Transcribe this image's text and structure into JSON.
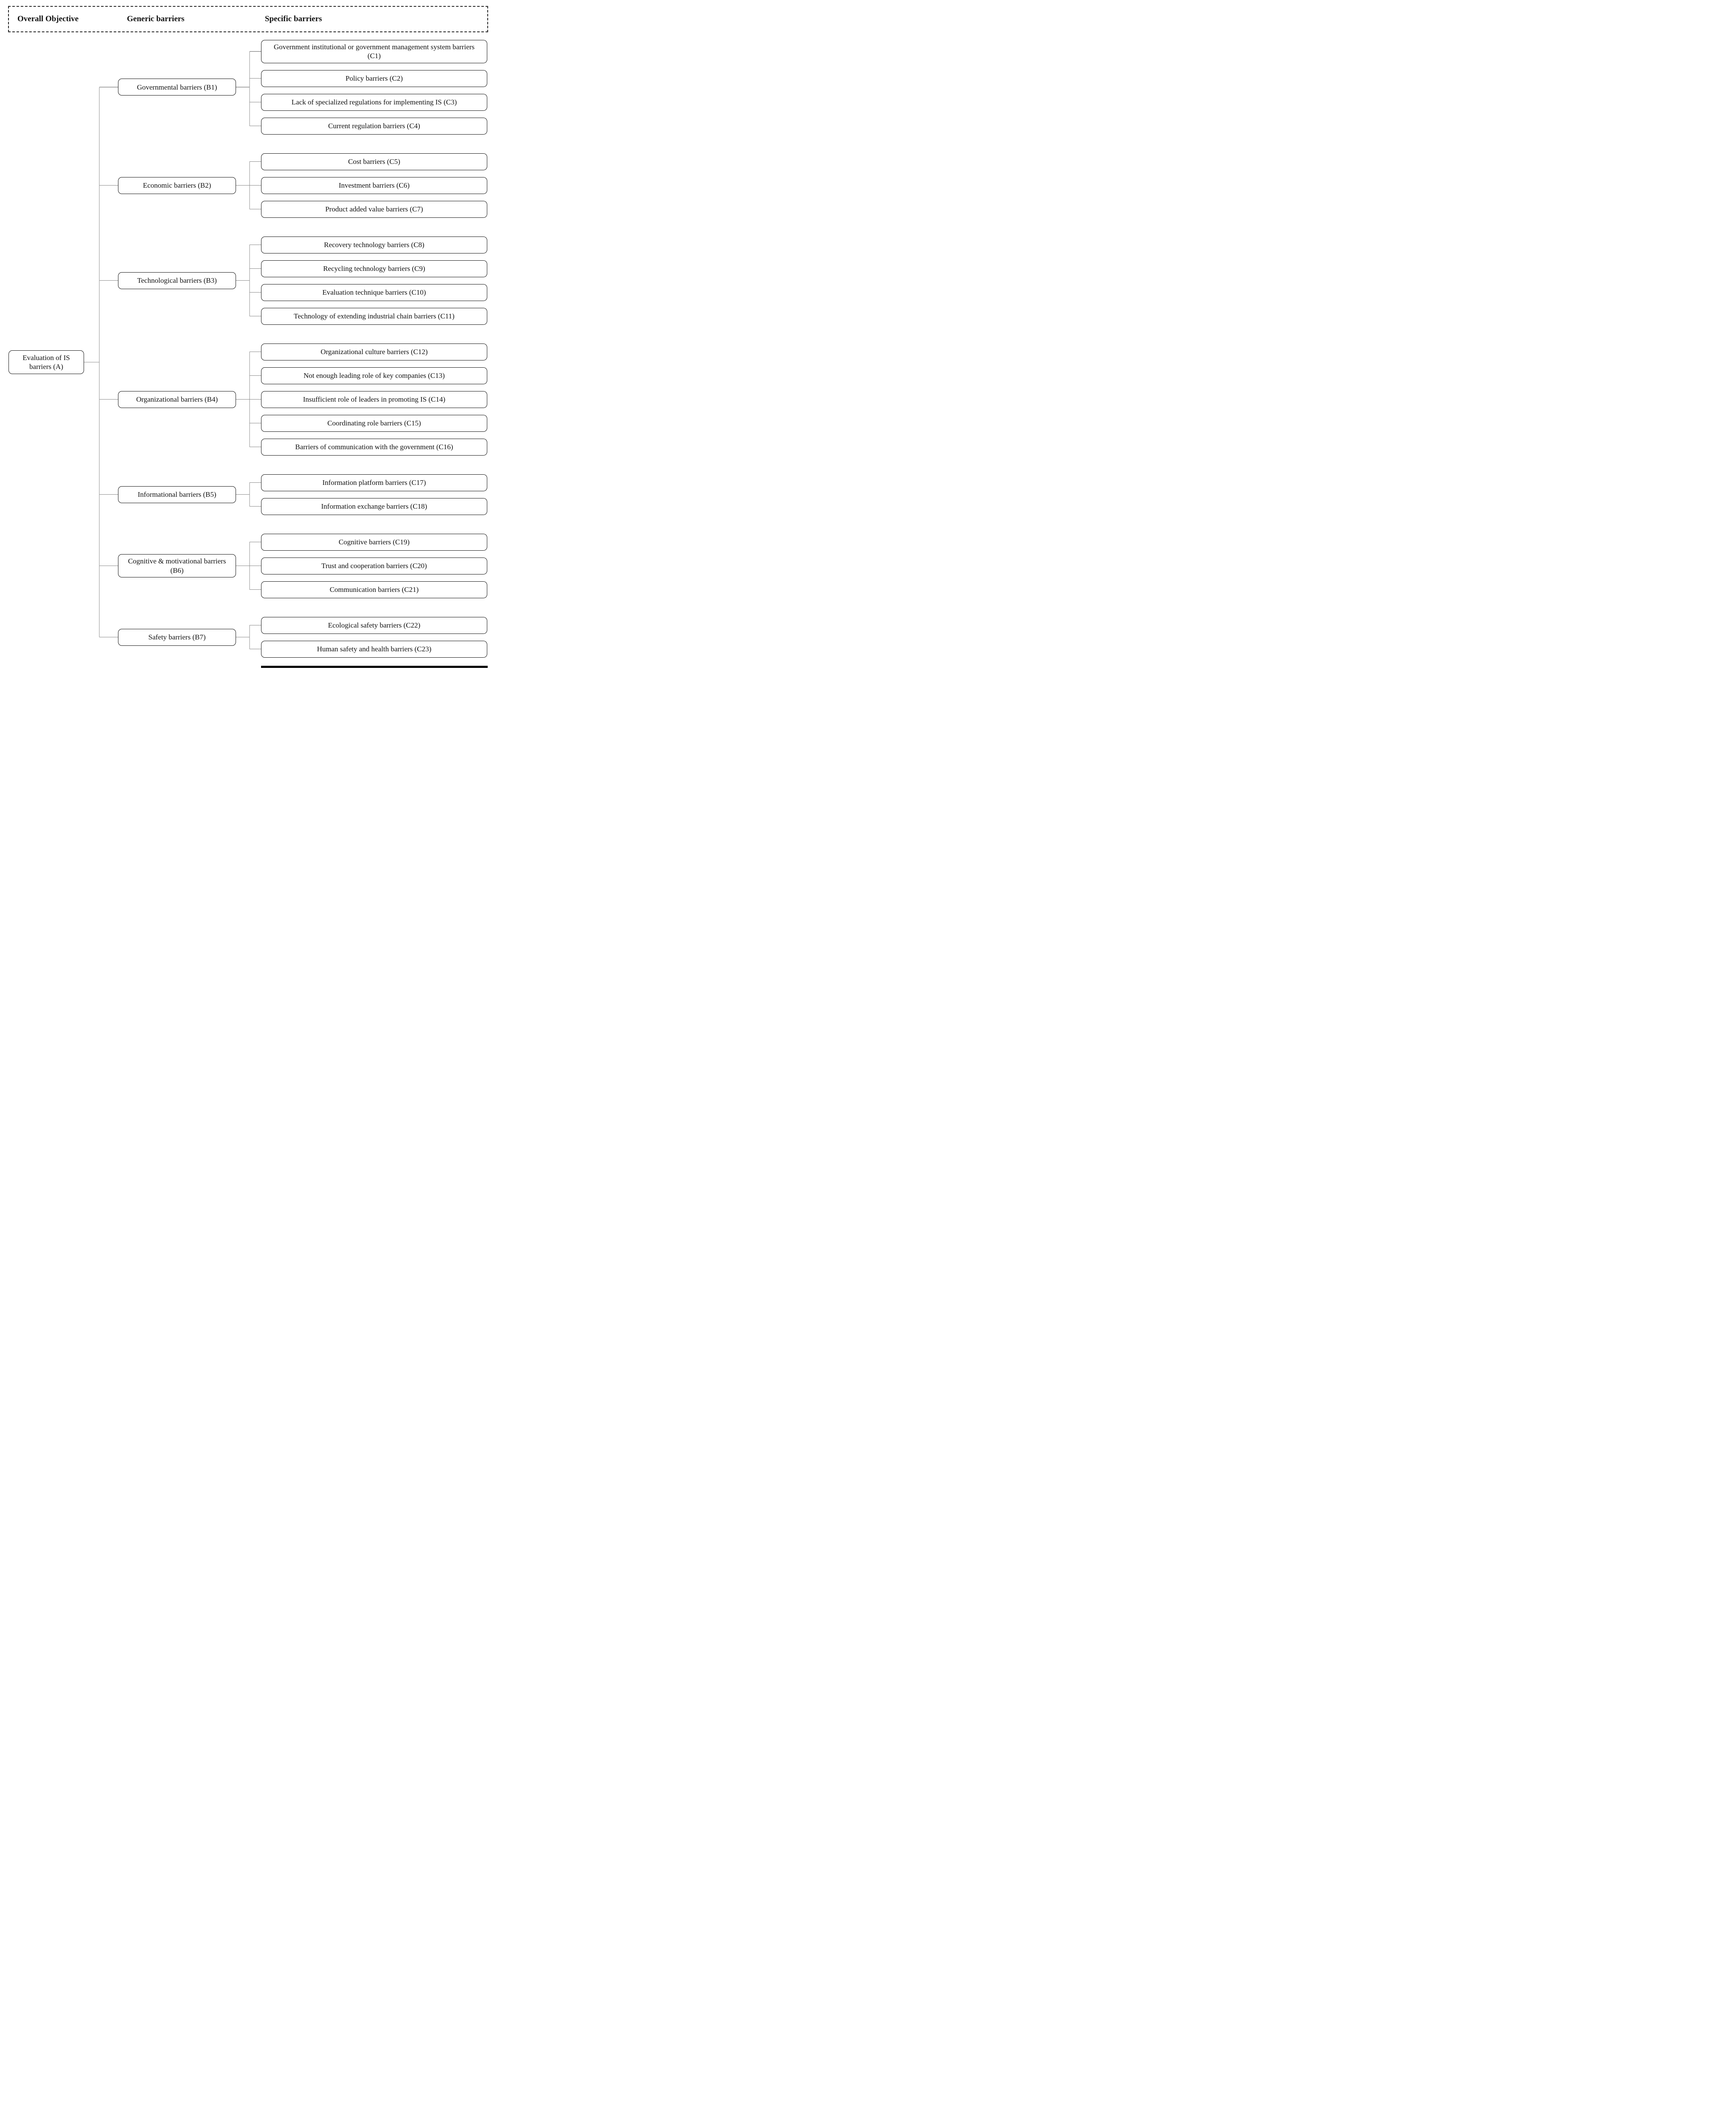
{
  "header": {
    "columns": [
      "Overall Objective",
      "Generic barriers",
      "Specific barriers"
    ]
  },
  "tree": {
    "root": "Evaluation of IS barriers (A)",
    "groups": [
      {
        "label": "Governmental barriers (B1)",
        "children": [
          "Government institutional or government management system barriers (C1)",
          "Policy barriers (C2)",
          "Lack of specialized regulations for implementing IS (C3)",
          "Current regulation barriers (C4)"
        ]
      },
      {
        "label": "Economic barriers (B2)",
        "children": [
          "Cost barriers (C5)",
          "Investment barriers (C6)",
          "Product added value barriers (C7)"
        ]
      },
      {
        "label": "Technological barriers (B3)",
        "children": [
          "Recovery technology barriers (C8)",
          "Recycling technology barriers (C9)",
          "Evaluation technique barriers (C10)",
          "Technology of extending industrial chain barriers (C11)"
        ]
      },
      {
        "label": "Organizational barriers (B4)",
        "children": [
          "Organizational culture barriers (C12)",
          "Not enough leading role of key companies (C13)",
          "Insufficient role of leaders in promoting IS (C14)",
          "Coordinating role barriers (C15)",
          "Barriers of communication with the government (C16)"
        ]
      },
      {
        "label": "Informational barriers (B5)",
        "children": [
          "Information platform barriers (C17)",
          "Information exchange barriers (C18)"
        ]
      },
      {
        "label": "Cognitive & motivational barriers (B6)",
        "children": [
          "Cognitive barriers (C19)",
          "Trust and cooperation barriers (C20)",
          "Communication barriers (C21)"
        ]
      },
      {
        "label": "Safety barriers (B7)",
        "children": [
          "Ecological safety barriers (C22)",
          "Human safety and health barriers (C23)"
        ]
      }
    ]
  },
  "colors": {
    "border": "#1a1a1a",
    "connector": "#8c8c8c",
    "background": "#ffffff",
    "text": "#111111"
  }
}
